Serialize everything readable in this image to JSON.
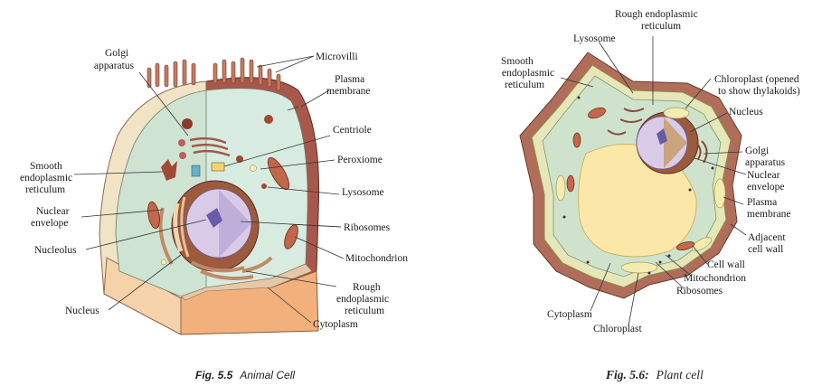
{
  "animal_cell": {
    "caption_num": "Fig. 5.5",
    "caption_title": "Animal Cell",
    "labels": {
      "golgi_1": "Golgi",
      "golgi_2": "apparatus",
      "microvilli": "Microvilli",
      "plasma_1": "Plasma",
      "plasma_2": "membrane",
      "centriole": "Centriole",
      "smooth_1": "Smooth",
      "smooth_2": "endoplasmic",
      "smooth_3": "reticulum",
      "peroxiome": "Peroxiome",
      "lysosome": "Lysosome",
      "nuclear_1": "Nuclear",
      "nuclear_2": "envelope",
      "ribosomes": "Ribosomes",
      "nucleolus": "Nucleolus",
      "mito": "Mitochondrion",
      "rough_1": "Rough",
      "rough_2": "endoplasmic",
      "rough_3": "reticulum",
      "nucleus": "Nucleus",
      "cytoplasm": "Cytoplasm"
    }
  },
  "plant_cell": {
    "caption_num": "Fig. 5.6:",
    "caption_title": "Plant cell",
    "labels": {
      "rough_1": "Rough endoplasmic",
      "rough_2": "reticulum",
      "lysosome": "Lysosome",
      "smooth_1": "Smooth",
      "smooth_2": "endoplasmic",
      "smooth_3": "reticulum",
      "chloro_open_1": "Chloroplast (opened",
      "chloro_open_2": "to show thylakoids)",
      "nucleus": "Nucleus",
      "golgi_1": "Golgi",
      "golgi_2": "apparatus",
      "nuclear_1": "Nuclear",
      "nuclear_2": "envelope",
      "plasma_1": "Plasma",
      "plasma_2": "membrane",
      "adjacent_1": "Adjacent",
      "adjacent_2": "cell wall",
      "cell_wall": "Cell wall",
      "mito": "Mitochondrion",
      "ribosomes": "Ribosomes",
      "cytoplasm": "Cytoplasm",
      "chloroplast": "Chloroplast"
    }
  }
}
